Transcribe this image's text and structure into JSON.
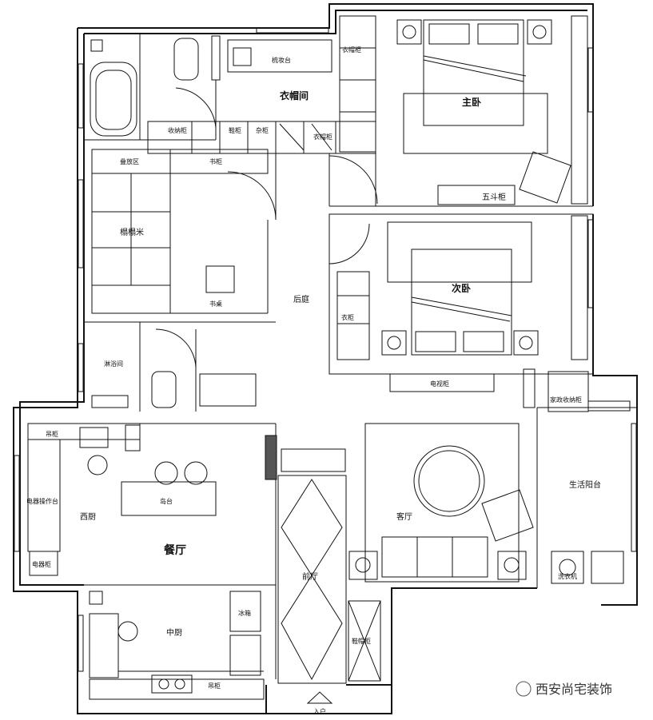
{
  "labels": {
    "dressing_table": "梳妆台",
    "walk_in_closet": "衣帽间",
    "wardrobe_top": "衣帽柜",
    "master_bedroom": "主卧",
    "storage_cabinet": "收纳柜",
    "shoe_cabinet_small": "鞋柜",
    "misc_cabinet": "杂柜",
    "wardrobe_right": "衣帽柜",
    "folding_area": "叠放区",
    "bookshelf": "书柜",
    "tatami": "榻榻米",
    "desk": "书桌",
    "five_drawer": "五斗柜",
    "second_bedroom": "次卧",
    "backyard": "后庭",
    "wardrobe_second": "衣柜",
    "shower": "淋浴间",
    "tv_cabinet": "电视柜",
    "laundry_cabinet": "家政收纳柜",
    "hanging_cabinet": "吊柜",
    "appliance_counter": "电器操作台",
    "western_kitchen": "西厨",
    "island": "岛台",
    "living_room": "客厅",
    "balcony": "生活阳台",
    "dining_room": "餐厅",
    "fridge_cabinet": "电器柜",
    "foyer": "前厅",
    "washer": "洗衣机",
    "fridge": "冰箱",
    "middle_kitchen": "中厨",
    "shoe_cabinet": "鞋帽柜",
    "hanging_cabinet_bottom": "吊柜",
    "entrance": "入户"
  },
  "watermark": "西安尚宅装饰"
}
